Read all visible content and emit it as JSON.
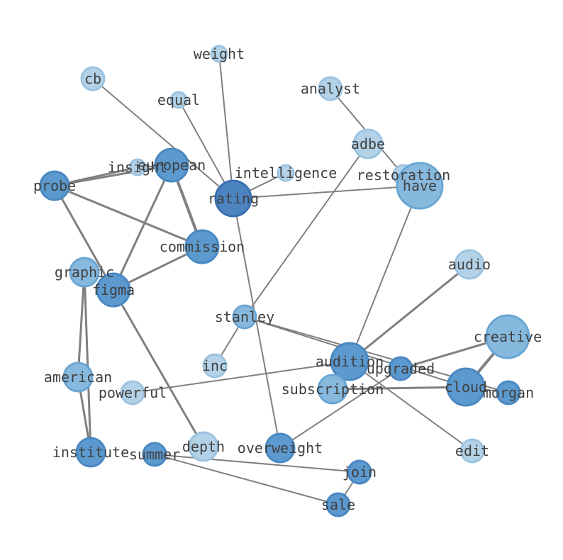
{
  "graph": {
    "colors": {
      "edge": "#808080",
      "label": "#404040",
      "node_light_fill": "#b4d2e7",
      "node_light_stroke": "#9dc3e0",
      "node_mid_fill": "#87b9de",
      "node_mid_stroke": "#6aa6d3",
      "node_dark_fill": "#5b99cf",
      "node_dark_stroke": "#4a88c2",
      "node_darkest_fill": "#4c84c2",
      "node_darkest_stroke": "#3b70b0"
    },
    "nodes": [
      {
        "id": "weight",
        "label": "weight",
        "shade": "light"
      },
      {
        "id": "cb",
        "label": "cb",
        "shade": "light"
      },
      {
        "id": "equal",
        "label": "equal",
        "shade": "light"
      },
      {
        "id": "analyst",
        "label": "analyst",
        "shade": "light"
      },
      {
        "id": "adbe",
        "label": "adbe",
        "shade": "light"
      },
      {
        "id": "insight",
        "label": "insight",
        "shade": "light"
      },
      {
        "id": "european",
        "label": "european",
        "shade": "dark"
      },
      {
        "id": "intelligence",
        "label": "intelligence",
        "shade": "light"
      },
      {
        "id": "restoration",
        "label": "restoration",
        "shade": "light"
      },
      {
        "id": "have",
        "label": "have",
        "shade": "mid"
      },
      {
        "id": "probe",
        "label": "probe",
        "shade": "dark"
      },
      {
        "id": "rating",
        "label": "rating",
        "shade": "darkest"
      },
      {
        "id": "commission",
        "label": "commission",
        "shade": "dark"
      },
      {
        "id": "audio",
        "label": "audio",
        "shade": "light"
      },
      {
        "id": "graphic",
        "label": "graphic",
        "shade": "mid"
      },
      {
        "id": "figma",
        "label": "figma",
        "shade": "dark"
      },
      {
        "id": "stanley",
        "label": "stanley",
        "shade": "mid"
      },
      {
        "id": "creative",
        "label": "creative",
        "shade": "mid"
      },
      {
        "id": "inc",
        "label": "inc",
        "shade": "light"
      },
      {
        "id": "audition",
        "label": "audition",
        "shade": "dark"
      },
      {
        "id": "upgraded",
        "label": "upgraded",
        "shade": "dark"
      },
      {
        "id": "american",
        "label": "american",
        "shade": "mid"
      },
      {
        "id": "subscription",
        "label": "subscription",
        "shade": "mid"
      },
      {
        "id": "cloud",
        "label": "cloud",
        "shade": "dark"
      },
      {
        "id": "morgan",
        "label": "morgan",
        "shade": "dark"
      },
      {
        "id": "powerful",
        "label": "powerful",
        "shade": "light"
      },
      {
        "id": "institute",
        "label": "institute",
        "shade": "dark"
      },
      {
        "id": "summer",
        "label": "summer",
        "shade": "dark"
      },
      {
        "id": "depth",
        "label": "depth",
        "shade": "light"
      },
      {
        "id": "overweight",
        "label": "overweight",
        "shade": "dark"
      },
      {
        "id": "edit",
        "label": "edit",
        "shade": "light"
      },
      {
        "id": "join",
        "label": "join",
        "shade": "dark"
      },
      {
        "id": "sale",
        "label": "sale",
        "shade": "dark"
      }
    ],
    "edges": [
      {
        "source": "weight",
        "target": "rating",
        "weight": 1
      },
      {
        "source": "cb",
        "target": "rating",
        "weight": 1
      },
      {
        "source": "equal",
        "target": "rating",
        "weight": 1
      },
      {
        "source": "intelligence",
        "target": "rating",
        "weight": 1
      },
      {
        "source": "have",
        "target": "rating",
        "weight": 1
      },
      {
        "source": "rating",
        "target": "overweight",
        "weight": 1
      },
      {
        "source": "analyst",
        "target": "restoration",
        "weight": 1
      },
      {
        "source": "adbe",
        "target": "stanley",
        "weight": 1
      },
      {
        "source": "probe",
        "target": "insight",
        "weight": 2
      },
      {
        "source": "insight",
        "target": "european",
        "weight": 1
      },
      {
        "source": "probe",
        "target": "european",
        "weight": 2
      },
      {
        "source": "probe",
        "target": "commission",
        "weight": 2
      },
      {
        "source": "probe",
        "target": "figma",
        "weight": 2
      },
      {
        "source": "european",
        "target": "commission",
        "weight": 3
      },
      {
        "source": "european",
        "target": "figma",
        "weight": 2
      },
      {
        "source": "figma",
        "target": "commission",
        "weight": 2
      },
      {
        "source": "figma",
        "target": "depth",
        "weight": 2
      },
      {
        "source": "graphic",
        "target": "american",
        "weight": 2
      },
      {
        "source": "graphic",
        "target": "institute",
        "weight": 2
      },
      {
        "source": "american",
        "target": "institute",
        "weight": 2
      },
      {
        "source": "have",
        "target": "audition",
        "weight": 1
      },
      {
        "source": "audio",
        "target": "audition",
        "weight": 2
      },
      {
        "source": "stanley",
        "target": "inc",
        "weight": 1
      },
      {
        "source": "stanley",
        "target": "morgan",
        "weight": 1
      },
      {
        "source": "stanley",
        "target": "cloud",
        "weight": 1
      },
      {
        "source": "audition",
        "target": "edit",
        "weight": 1
      },
      {
        "source": "audition",
        "target": "powerful",
        "weight": 1
      },
      {
        "source": "upgraded",
        "target": "creative",
        "weight": 2
      },
      {
        "source": "upgraded",
        "target": "overweight",
        "weight": 1
      },
      {
        "source": "subscription",
        "target": "cloud",
        "weight": 2
      },
      {
        "source": "creative",
        "target": "cloud",
        "weight": 3
      },
      {
        "source": "cloud",
        "target": "morgan",
        "weight": 1
      },
      {
        "source": "summer",
        "target": "join",
        "weight": 1
      },
      {
        "source": "summer",
        "target": "sale",
        "weight": 1
      },
      {
        "source": "join",
        "target": "sale",
        "weight": 1
      }
    ]
  }
}
